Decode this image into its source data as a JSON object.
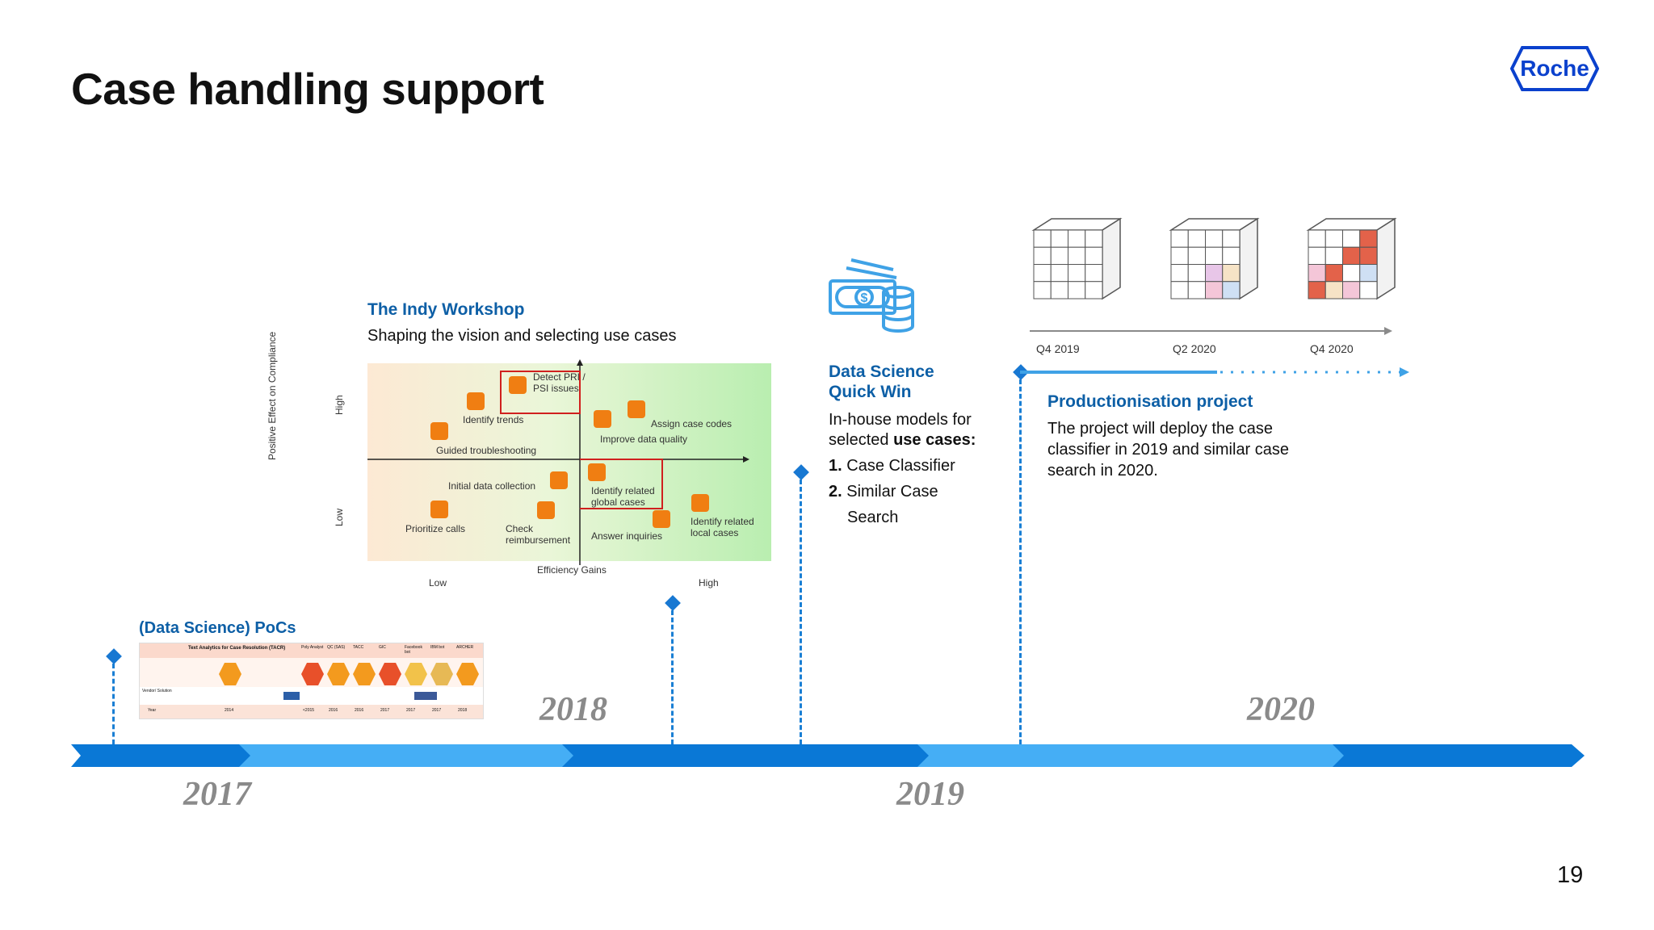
{
  "title": "Case handling support",
  "logo_text": "Roche",
  "page_number": "19",
  "years": {
    "y2017": "2017",
    "y2018": "2018",
    "y2019": "2019",
    "y2020": "2020"
  },
  "pocs": {
    "heading": "(Data Science) PoCs",
    "table_title": "Text Analytics for Case Resolution (TACR)",
    "columns": [
      "Poly Analyst",
      "QC (SAS)",
      "TACC",
      "GIC",
      "Facebook bot",
      "IBM bot",
      "ARCHER"
    ],
    "row_labels": [
      "Vendor/ Solution",
      "Year"
    ],
    "years": [
      "2014",
      "<2015",
      "2016",
      "2016",
      "2017",
      "2017",
      "2017",
      "2018"
    ]
  },
  "indy": {
    "heading": "The Indy Workshop",
    "subtitle": "Shaping the vision and selecting use cases",
    "y_axis": "Positive Effect on Compliance",
    "y_high": "High",
    "y_low": "Low",
    "x_axis": "Efficiency Gains",
    "x_low": "Low",
    "x_high": "High",
    "items": {
      "detect": "Detect PRI / PSI issues",
      "trends": "Identify trends",
      "assign": "Assign case codes",
      "quality": "Improve data quality",
      "guided": "Guided troubleshooting",
      "initial": "Initial data collection",
      "global": "Identify related global cases",
      "prioritize": "Prioritize calls",
      "check": "Check reimbursement",
      "answer": "Answer inquiries",
      "local": "Identify related local cases"
    }
  },
  "quickwin": {
    "heading_line1": "Data Science",
    "heading_line2": "Quick Win",
    "line1": "In-house models for",
    "line2_prefix": "selected ",
    "line2_bold": "use cases:",
    "item1_num": "1.",
    "item1": "Case Classifier",
    "item2_num": "2.",
    "item2": "Similar Case",
    "item2_cont": "Search"
  },
  "production": {
    "heading": "Productionisation project",
    "text_line1": "The project will deploy the case",
    "text_line2": "classifier in 2019 and similar case",
    "text_line3": "search in 2020.",
    "cube_labels": [
      "Q4 2019",
      "Q2 2020",
      "Q4 2020"
    ]
  },
  "colors": {
    "accent": "#0d5fa6",
    "timeline_dark": "#0a78d6",
    "timeline_light": "#45aef5",
    "orange": "#f07e12"
  }
}
